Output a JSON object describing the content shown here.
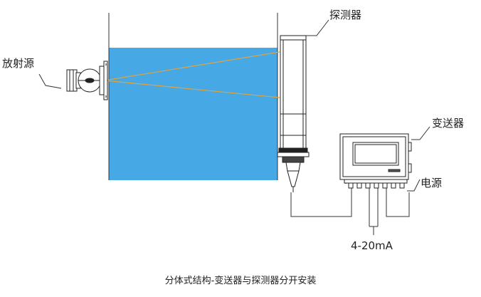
{
  "labels": {
    "source": "放射源",
    "detector": "探测器",
    "transmitter": "变送器",
    "power": "电源",
    "signal": "4-20mA",
    "caption": "分体式结构-变送器与探测器分开安装"
  },
  "colors": {
    "liquid": "#46a9e6",
    "beam": "#e4a13a",
    "line": "#333333"
  }
}
